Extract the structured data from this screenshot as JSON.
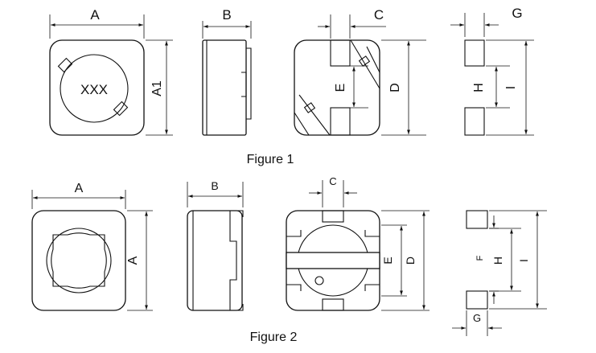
{
  "figure1": {
    "caption": "Figure 1",
    "dims": {
      "A": "A",
      "B": "B",
      "C": "C",
      "G": "G",
      "A1": "A1",
      "D": "D",
      "E": "E",
      "H": "H",
      "I": "I"
    },
    "marking": "XXX"
  },
  "figure2": {
    "caption": "Figure 2",
    "dims": {
      "A": "A",
      "B": "B",
      "C": "C",
      "A_side": "A",
      "E": "E",
      "D": "D",
      "F": "F",
      "H": "H",
      "I": "I",
      "G": "G"
    }
  }
}
